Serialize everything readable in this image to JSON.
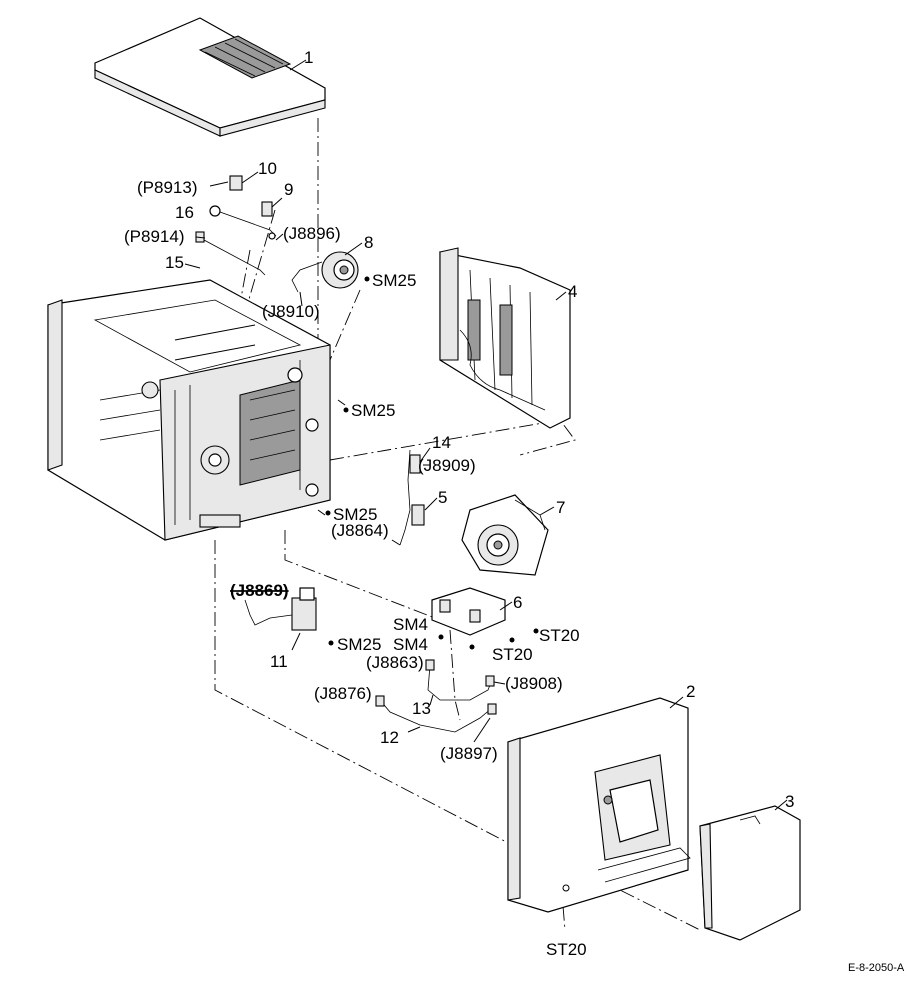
{
  "figure_code": "E-8-2050-A",
  "callouts": {
    "p1": "1",
    "p2": "2",
    "p3": "3",
    "p4": "4",
    "p5": "5",
    "p6": "6",
    "p7": "7",
    "p8": "8",
    "p9": "9",
    "p10": "10",
    "p11": "11",
    "p12": "12",
    "p13": "13",
    "p14": "14",
    "p15": "15",
    "p16": "16"
  },
  "connectors": {
    "p8913": "(P8913)",
    "p8914": "(P8914)",
    "j8896": "(J8896)",
    "j8910": "(J8910)",
    "j8909": "(J8909)",
    "j8864": "(J8864)",
    "j8869": "(J8869)",
    "j8863": "(J8863)",
    "j8908": "(J8908)",
    "j8876": "(J8876)",
    "j8897": "(J8897)"
  },
  "screws": {
    "sm25_a": "SM25",
    "sm25_b": "SM25",
    "sm25_c": "SM25",
    "sm25_d": "SM25",
    "sm4_a": "SM4",
    "sm4_b": "SM4",
    "st20_a": "ST20",
    "st20_b": "ST20",
    "st20_c": "ST20"
  }
}
